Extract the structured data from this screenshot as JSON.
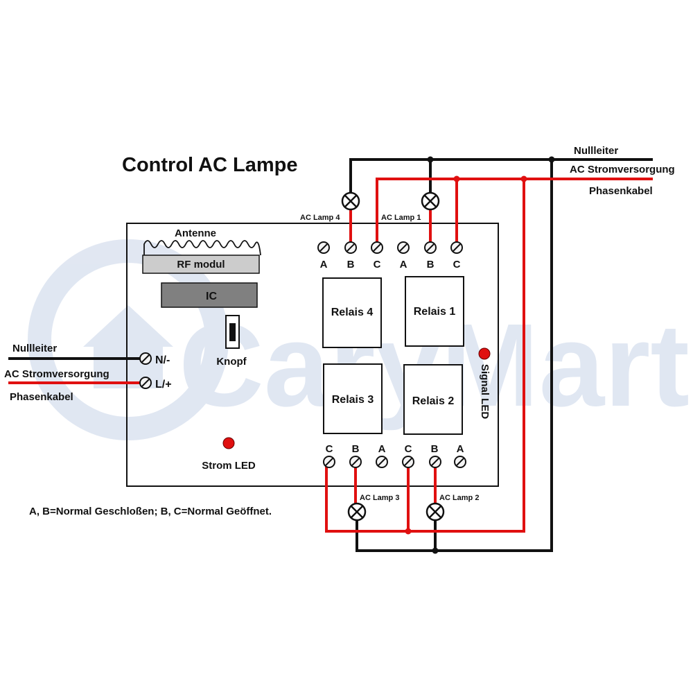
{
  "title": "Control AC Lampe",
  "watermark": "CaryMart",
  "colors": {
    "phase_wire": "#e01010",
    "neutral_wire": "#111111",
    "watermark": "#c8d4e8",
    "led": "#e01010",
    "module_fill": "#cccccc",
    "ic_fill": "#808080"
  },
  "right_wires": {
    "neutral": "Nullleiter",
    "supply": "AC Stromversorgung",
    "phase": "Phasenkabel"
  },
  "left_wires": {
    "neutral": "Nullleiter",
    "supply": "AC Stromversorgung",
    "phase": "Phasenkabel"
  },
  "board": {
    "antenna": "Antenne",
    "rf_module": "RF modul",
    "ic": "IC",
    "button": "Knopf",
    "terminal_n": "N/-",
    "terminal_l": "L/+",
    "power_led": "Strom LED",
    "signal_led": "Signal LED",
    "icons": {
      "screw": "screw-terminal-icon",
      "lamp": "lamp-icon",
      "led": "led-icon",
      "button": "push-button-icon",
      "antenna": "antenna-coil-icon"
    }
  },
  "relays": {
    "r4": "Relais 4",
    "r1": "Relais 1",
    "r3": "Relais 3",
    "r2": "Relais 2"
  },
  "top_terminals": [
    "A",
    "B",
    "C",
    "A",
    "B",
    "C"
  ],
  "bottom_terminals": [
    "C",
    "B",
    "A",
    "C",
    "B",
    "A"
  ],
  "lamps": {
    "l4": "AC Lamp 4",
    "l1": "AC Lamp 1",
    "l3": "AC Lamp 3",
    "l2": "AC Lamp 2"
  },
  "footnote": "A, B=Normal Geschloßen; B, C=Normal Geöffnet."
}
